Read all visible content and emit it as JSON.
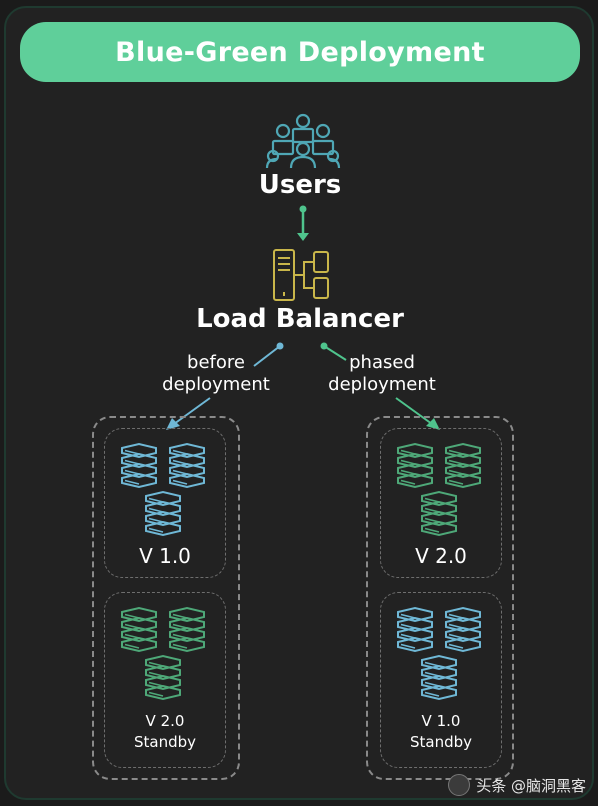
{
  "title": "Blue-Green Deployment",
  "users": {
    "label": "Users",
    "icon": "users-group-icon"
  },
  "load_balancer": {
    "label": "Load Balancer",
    "icon": "load-balancer-icon"
  },
  "arrows": {
    "left_line1": "before",
    "left_line2": "deployment",
    "right_line1": "phased",
    "right_line2": "deployment"
  },
  "left_group": {
    "active": {
      "version": "V 1.0",
      "color": "blue"
    },
    "standby": {
      "version": "V 2.0",
      "status": "Standby",
      "color": "green"
    }
  },
  "right_group": {
    "active": {
      "version": "V 2.0",
      "color": "green"
    },
    "standby": {
      "version": "V 1.0",
      "status": "Standby",
      "color": "blue"
    }
  },
  "watermark": "头条 @脑洞黑客",
  "colors": {
    "accent_green": "#5fcf9a",
    "server_blue": "#6fb8d6",
    "server_green": "#4ea878",
    "icon_teal": "#4fa7b5",
    "lb_yellow": "#c9b64a",
    "arrow_green": "#4fc48d"
  }
}
